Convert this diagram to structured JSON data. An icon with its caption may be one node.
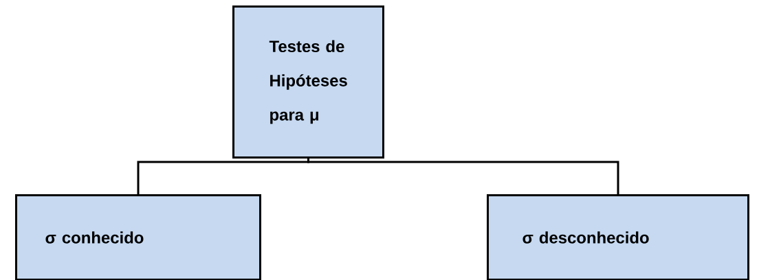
{
  "diagram": {
    "nodes": [
      {
        "text": [
          "Testes de Hipóteses para μ"
        ]
      },
      {
        "text": [
          "σ conhecido"
        ]
      },
      {
        "text": [
          "σ desconhecido"
        ]
      }
    ],
    "edges": [
      {
        "from": 0,
        "to": 1,
        "arrow": "none"
      },
      {
        "from": 0,
        "to": 2,
        "arrow": "none"
      }
    ]
  }
}
